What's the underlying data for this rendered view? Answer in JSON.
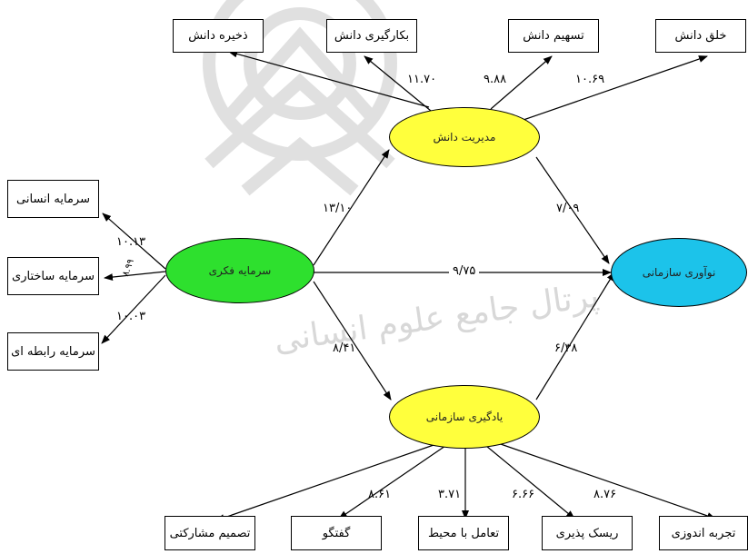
{
  "colors": {
    "knowledge_management": "#ffff3c",
    "intellectual_capital": "#2ee02e",
    "organizational_learning": "#ffff3c",
    "organizational_innovation": "#1cc3ea",
    "watermark": "#d8d8d8"
  },
  "nodes": {
    "knowledge_management": "مدیریت دانش",
    "intellectual_capital": "سرمایه فکری",
    "organizational_learning": "یادگیری سازمانی",
    "organizational_innovation": "نوآوری سازمانی"
  },
  "indicators_top": {
    "store": "ذخیره دانش",
    "apply": "بکارگیری دانش",
    "share": "تسهیم دانش",
    "create": "خلق دانش"
  },
  "indicators_left": {
    "human": "سرمایه انسانی",
    "structural": "سرمایه ساختاری",
    "relational": "سرمایه رابطه ای"
  },
  "indicators_bottom": {
    "participative": "تصمیم مشارکتی",
    "dialogue": "گفتگو",
    "environment": "تعامل با محیط",
    "risk": "ریسک پذیری",
    "experience": "تجربه اندوزی"
  },
  "coefficients": {
    "km_store": "۱۱.۷۰",
    "km_apply": "۹.۸۸",
    "km_create": "۱۰.۶۹",
    "ic_km": "۱۳/۱۰",
    "km_oi": "۷/۰۹",
    "ic_oi": "۹/۷۵",
    "ic_ol": "۸/۴۱",
    "ol_oi": "۶/۳۸",
    "ic_human": "۱۰.۱۳",
    "ic_structural": "۸.۹۹",
    "ic_relational": "۱۰.۰۳",
    "ol_participative": "۸.۶۱",
    "ol_dialogue": "۳.۷۱",
    "ol_risk": "۶.۶۶",
    "ol_experience": "۸.۷۶"
  },
  "watermark_text": "پرتال جامع علوم انسانی"
}
